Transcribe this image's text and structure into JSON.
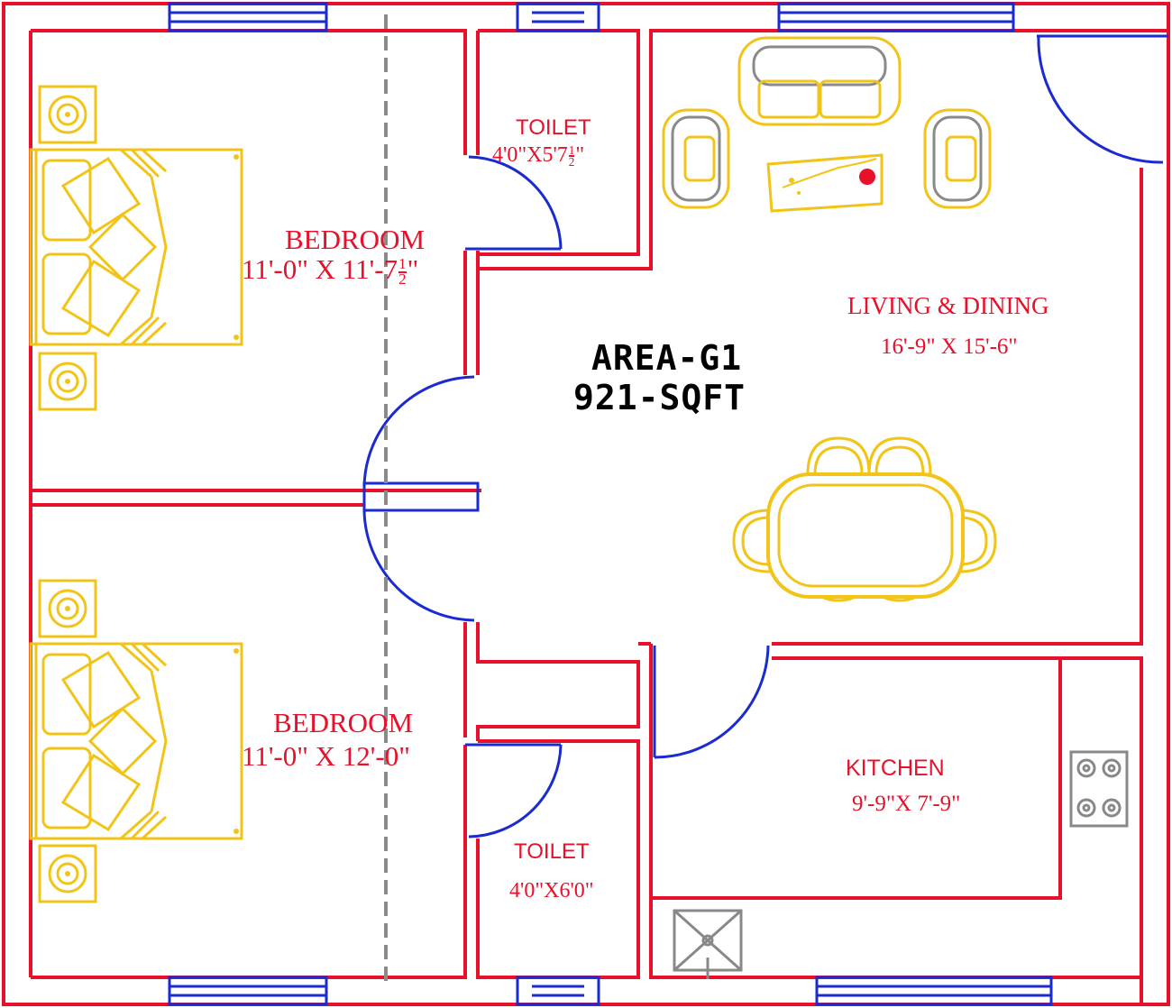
{
  "plan": {
    "area_title": "AREA-G1",
    "area_value": "921-SQFT",
    "rooms": {
      "bedroom_top": {
        "name": "BEDROOM",
        "size_prefix": "11'-0\" X 11'-7",
        "size_frac_num": "1",
        "size_frac_den": "2",
        "size_suffix": "\""
      },
      "bedroom_bottom": {
        "name": "BEDROOM",
        "size": "11'-0\" X 12'-0\""
      },
      "toilet_top": {
        "name": "TOILET",
        "size_prefix": "4'0\"X5'7",
        "size_frac_num": "1",
        "size_frac_den": "2",
        "size_suffix": "\""
      },
      "toilet_bottom": {
        "name": "TOILET",
        "size": "4'0\"X6'0\""
      },
      "living": {
        "name": "LIVING & DINING",
        "size": "16'-9\" X 15'-6\""
      },
      "kitchen": {
        "name": "KITCHEN",
        "size": "9'-9\"X 7'-9\""
      }
    }
  },
  "colors": {
    "wall": "#e8102a",
    "door": "#1a2bd1",
    "furniture": "#f2c418",
    "dimension_text": "#e8102a",
    "area_text": "#000000",
    "centerline": "#8a8a8a",
    "appliance": "#888888"
  },
  "icons": [
    "double-bed-icon",
    "side-table-icon",
    "sofa-icon",
    "armchair-icon",
    "coffee-table-icon",
    "dining-table-icon",
    "chair-icon",
    "stove-icon",
    "sink-icon"
  ]
}
